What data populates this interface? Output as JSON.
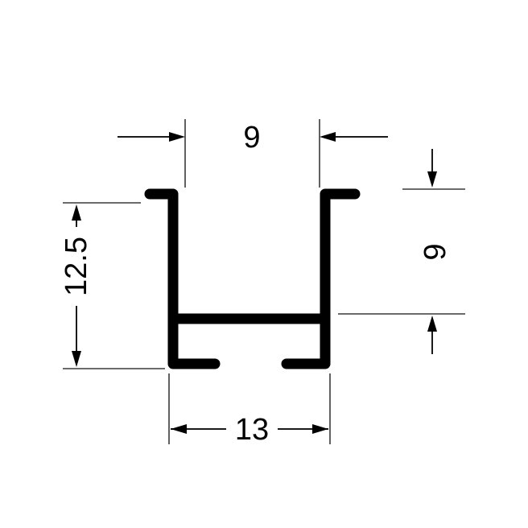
{
  "figure": {
    "type": "technical-drawing",
    "subject": "H-shaped channel profile cross-section with dimensions",
    "background_color": "#ffffff",
    "line_color": "#000000",
    "labels": {
      "top_width": "9",
      "left_height": "12.5",
      "right_height": "9",
      "bottom_width": "13"
    }
  }
}
